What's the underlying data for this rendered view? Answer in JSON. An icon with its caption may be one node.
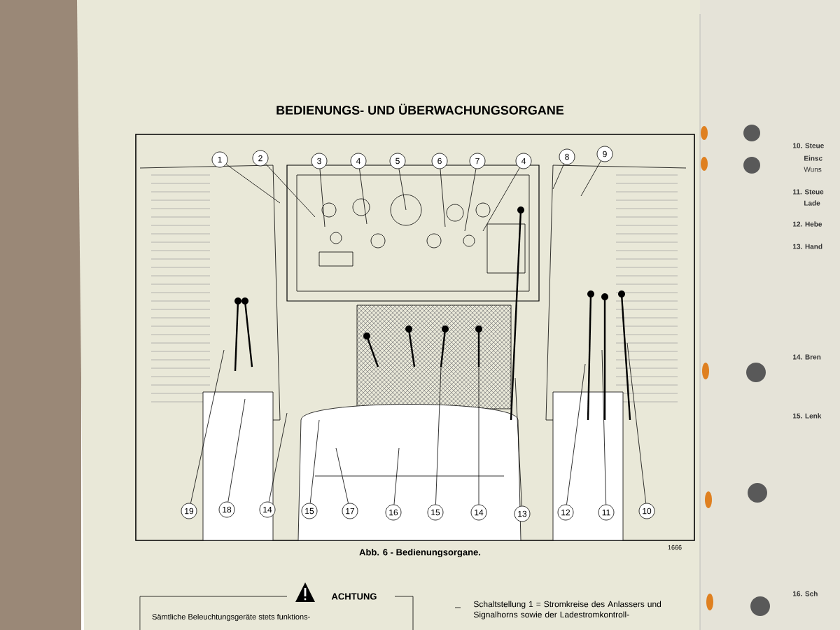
{
  "diagram": {
    "title": "BEDIENUNGS- UND ÜBERWACHUNGSORGANE",
    "caption": "Abb. 6 - Bedienungsorgane.",
    "nodes": [
      {
        "text": [
          "1"
        ]
      },
      {
        "text": [
          "2"
        ]
      },
      {
        "text": [
          "3"
        ]
      },
      {
        "text": [
          "4"
        ]
      },
      {
        "text": [
          "5"
        ]
      },
      {
        "text": [
          "6"
        ]
      },
      {
        "text": [
          "7"
        ]
      },
      {
        "text": [
          "4"
        ]
      },
      {
        "text": [
          "8"
        ]
      },
      {
        "text": [
          "9"
        ]
      },
      {
        "text": [
          "19"
        ]
      },
      {
        "text": [
          "18"
        ]
      },
      {
        "text": [
          "14"
        ]
      },
      {
        "text": [
          "15"
        ]
      },
      {
        "text": [
          "17"
        ]
      },
      {
        "text": [
          "16"
        ]
      },
      {
        "text": [
          "15"
        ]
      },
      {
        "text": [
          "14"
        ]
      },
      {
        "text": [
          "13"
        ]
      },
      {
        "text": [
          "12"
        ]
      },
      {
        "text": [
          "11"
        ]
      },
      {
        "text": [
          "10"
        ]
      },
      {
        "text": [
          "ACHTUNG",
          "Sämtliche Beleuchtungsgeräte stets funktions-"
        ]
      }
    ],
    "edges": [
      {
        "from": 0,
        "to": null,
        "arrow": "none"
      },
      {
        "from": 1,
        "to": null,
        "arrow": "none"
      },
      {
        "from": 2,
        "to": null,
        "arrow": "none"
      },
      {
        "from": 3,
        "to": null,
        "arrow": "none"
      },
      {
        "from": 4,
        "to": null,
        "arrow": "none"
      },
      {
        "from": 5,
        "to": null,
        "arrow": "none"
      },
      {
        "from": 6,
        "to": null,
        "arrow": "none"
      },
      {
        "from": 7,
        "to": null,
        "arrow": "none"
      },
      {
        "from": 8,
        "to": null,
        "arrow": "none"
      },
      {
        "from": 9,
        "to": null,
        "arrow": "none"
      },
      {
        "from": 10,
        "to": null,
        "arrow": "none"
      },
      {
        "from": 11,
        "to": null,
        "arrow": "none"
      },
      {
        "from": 12,
        "to": null,
        "arrow": "none"
      },
      {
        "from": 13,
        "to": null,
        "arrow": "none"
      },
      {
        "from": 14,
        "to": null,
        "arrow": "none"
      },
      {
        "from": 15,
        "to": null,
        "arrow": "none"
      },
      {
        "from": 16,
        "to": null,
        "arrow": "none"
      },
      {
        "from": 17,
        "to": null,
        "arrow": "none"
      },
      {
        "from": 18,
        "to": null,
        "arrow": "none"
      },
      {
        "from": 19,
        "to": null,
        "arrow": "none"
      },
      {
        "from": 20,
        "to": null,
        "arrow": "none"
      },
      {
        "from": 21,
        "to": null,
        "arrow": "none"
      }
    ],
    "labels": [
      "1666",
      "Schaltstellung 1 = Stromkreise des Anlassers und Signalhorns sowie der Ladestromkontroll-",
      "10. Steue",
      "Einsc",
      "Wuns",
      "11. Steue",
      "Lade",
      "12. Hebe",
      "13. Hand",
      "14. Bren",
      "15. Lenk",
      "16. Sch"
    ]
  }
}
